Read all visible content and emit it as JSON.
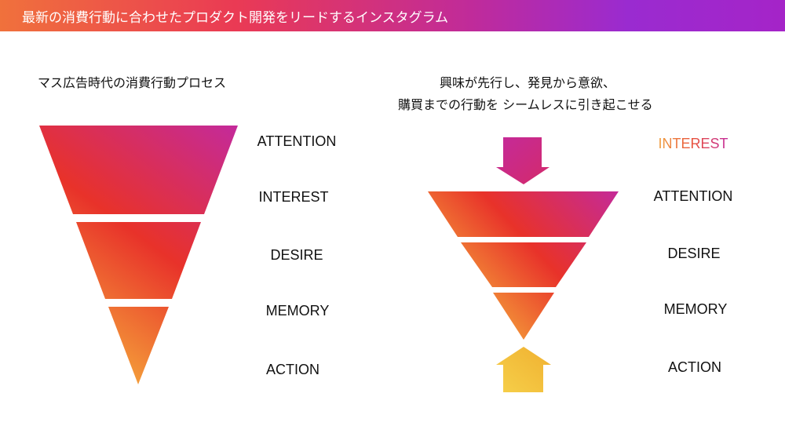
{
  "header": {
    "title": "最新の消費行動に合わせたプロダクト開発をリードするインスタグラム"
  },
  "left": {
    "title": "マス広告時代の消費行動プロセス",
    "labels": [
      "ATTENTION",
      "INTEREST",
      "DESIRE",
      "MEMORY",
      "ACTION"
    ]
  },
  "right": {
    "title_line1": "興味が先行し、発見から意欲、",
    "title_line2": "購買までの行動を シームレスに引き起こせる",
    "labels": [
      "INTEREST",
      "ATTENTION",
      "DESIRE",
      "MEMORY",
      "ACTION"
    ]
  },
  "colors": {
    "red": "#e8322a",
    "magenta": "#c42a9a",
    "orange": "#f07c35",
    "yellow": "#f6d04a"
  }
}
